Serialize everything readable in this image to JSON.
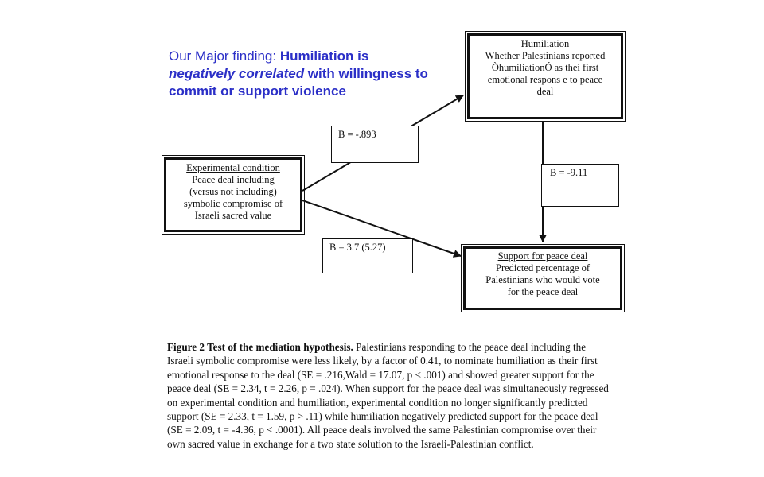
{
  "finding": {
    "prefix": "Our Major finding: ",
    "bold1": "Humiliation is",
    "italic": "negatively correlated",
    "bold2": " with willingness to commit or support violence"
  },
  "nodes": {
    "humiliation": {
      "title": "Humiliation",
      "lines": [
        "Whether Palestinians reported",
        "ÒhumiliationÓ as thei first",
        "emotional respons e to peace",
        "deal"
      ]
    },
    "experimental": {
      "title": "Experimental condition",
      "lines": [
        "Peace deal including",
        "(versus not including)",
        "symbolic compromise of",
        "Israeli sacred value"
      ]
    },
    "support": {
      "title": "Support for peace deal",
      "lines": [
        "Predicted percentage of",
        "Palestinians who would vote",
        "for the peace deal"
      ]
    }
  },
  "coefficients": {
    "exp_to_hum": "B = -.893",
    "hum_to_support": "B = -9.11",
    "exp_to_support": "B = 3.7 (5.27)"
  },
  "caption": {
    "label": "Figure 2 Test of the mediation hypothesis.",
    "text": " Palestinians responding to the peace deal including the Israeli symbolic compromise were less likely, by a factor of 0.41, to nominate humiliation as their first emotional response to the deal (SE = .216,Wald = 17.07, p < .001) and showed greater support for the peace deal (SE = 2.34, t = 2.26, p = .024). When support for the peace deal was simultaneously regressed on experimental condition and humiliation, experimental condition no longer significantly predicted support (SE = 2.33, t = 1.59, p > .11) while humiliation negatively predicted support for the peace deal (SE = 2.09, t = -4.36, p < .0001). All peace deals involved the same Palestinian compromise over their own sacred value in exchange for a two state solution to the Israeli-Palestinian conflict."
  }
}
